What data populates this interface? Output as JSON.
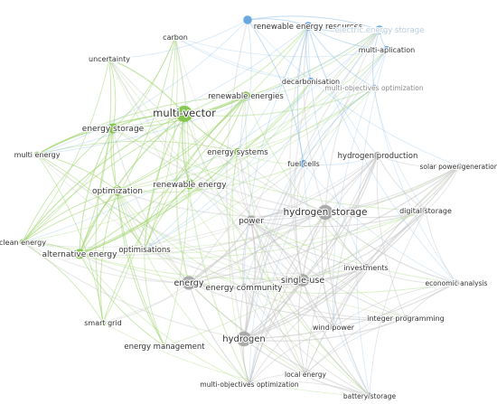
{
  "network": {
    "clusters": [
      {
        "id": "green",
        "node_color": "#7cc242",
        "edge_color": "#9bd36a"
      },
      {
        "id": "blue",
        "node_color": "#5aa0dc",
        "edge_color": "#8fc0ea"
      },
      {
        "id": "gray",
        "node_color": "#a3a3a3",
        "edge_color": "#c4c4c4"
      }
    ],
    "nodes": [
      {
        "id": "multi_vector",
        "label": "multi-vector",
        "cluster": "green",
        "weight": 10
      },
      {
        "id": "energy_storage",
        "label": "energy storage",
        "cluster": "green",
        "weight": 5
      },
      {
        "id": "optimization",
        "label": "optimization",
        "cluster": "green",
        "weight": 5
      },
      {
        "id": "alternative_energy",
        "label": "alternative energy",
        "cluster": "green",
        "weight": 5
      },
      {
        "id": "renewable_energy",
        "label": "renewable energy",
        "cluster": "green",
        "weight": 5
      },
      {
        "id": "renewable_energies",
        "label": "renewable energies",
        "cluster": "green",
        "weight": 4
      },
      {
        "id": "energy_systems",
        "label": "energy systems",
        "cluster": "green",
        "weight": 3
      },
      {
        "id": "optimisations",
        "label": "optimisations",
        "cluster": "green",
        "weight": 2
      },
      {
        "id": "energy_management",
        "label": "energy management",
        "cluster": "green",
        "weight": 2
      },
      {
        "id": "smart_grid",
        "label": "smart grid",
        "cluster": "green",
        "weight": 2
      },
      {
        "id": "clean_energy",
        "label": "clean energy",
        "cluster": "green",
        "weight": 2
      },
      {
        "id": "multi_energy",
        "label": "multi energy",
        "cluster": "green",
        "weight": 2
      },
      {
        "id": "uncertainty",
        "label": "uncertainty",
        "cluster": "green",
        "weight": 2
      },
      {
        "id": "carbon",
        "label": "carbon",
        "cluster": "green",
        "weight": 1
      },
      {
        "id": "renewable_energy_resources",
        "label": "renewable energy resources",
        "cluster": "blue",
        "weight": 4
      },
      {
        "id": "electric_energy_storage",
        "label": "electric energy storage",
        "cluster": "blue",
        "weight": 4
      },
      {
        "id": "multi_application",
        "label": "multi-aplication",
        "cluster": "blue",
        "weight": 3
      },
      {
        "id": "decarbonisation",
        "label": "decarbonisation",
        "cluster": "blue",
        "weight": 3
      },
      {
        "id": "multi_objectives_optimization_blue",
        "label": "multi-objectives optimization",
        "cluster": "blue",
        "weight": 2
      },
      {
        "id": "fuel_cells",
        "label": "fuel cells",
        "cluster": "blue",
        "weight": 3
      },
      {
        "id": "blue_unlabeled",
        "label": "",
        "cluster": "blue",
        "weight": 4
      },
      {
        "id": "hydrogen_storage",
        "label": "hydrogen storage",
        "cluster": "gray",
        "weight": 9
      },
      {
        "id": "hydrogen",
        "label": "hydrogen",
        "cluster": "gray",
        "weight": 9
      },
      {
        "id": "energy",
        "label": "energy",
        "cluster": "gray",
        "weight": 8
      },
      {
        "id": "single_use",
        "label": "single-use",
        "cluster": "gray",
        "weight": 7
      },
      {
        "id": "power",
        "label": "power",
        "cluster": "gray",
        "weight": 5
      },
      {
        "id": "energy_community",
        "label": "energy community",
        "cluster": "gray",
        "weight": 3
      },
      {
        "id": "hydrogen_production",
        "label": "hydrogen production",
        "cluster": "gray",
        "weight": 3
      },
      {
        "id": "investments",
        "label": "investments",
        "cluster": "gray",
        "weight": 3
      },
      {
        "id": "digital_storage",
        "label": "digital storage",
        "cluster": "gray",
        "weight": 2
      },
      {
        "id": "solar_power_generation",
        "label": "solar power generation",
        "cluster": "gray",
        "weight": 2
      },
      {
        "id": "economic_analysis",
        "label": "economic analysis",
        "cluster": "gray",
        "weight": 2
      },
      {
        "id": "integer_programming",
        "label": "integer programming",
        "cluster": "gray",
        "weight": 2
      },
      {
        "id": "wind_power",
        "label": "wind power",
        "cluster": "gray",
        "weight": 2
      },
      {
        "id": "local_energy",
        "label": "local energy",
        "cluster": "gray",
        "weight": 2
      },
      {
        "id": "battery_storage",
        "label": "battery storage",
        "cluster": "gray",
        "weight": 2
      },
      {
        "id": "multi_objectives_optimization_gray",
        "label": "multi-objectives optimization",
        "cluster": "gray",
        "weight": 2
      }
    ]
  }
}
